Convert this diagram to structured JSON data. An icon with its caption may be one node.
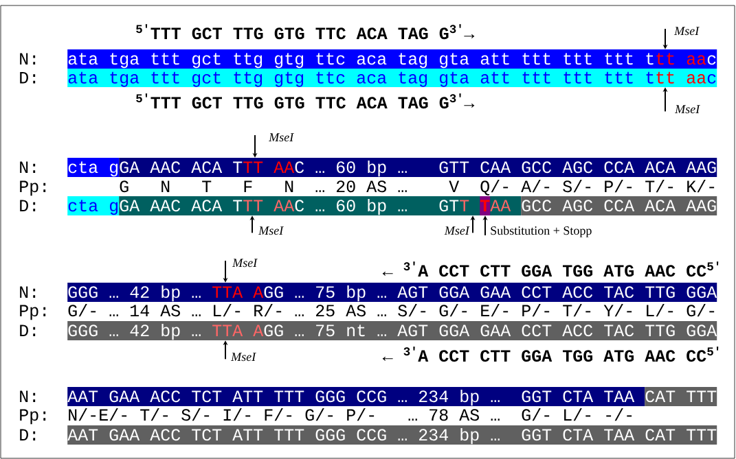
{
  "diagram": {
    "nodes": [
      {
        "text": [
          "ata tga ttt gct ttg gtg ttc aca tag gta att ttt ttt ttt t",
          "tt",
          "aa",
          "c"
        ]
      },
      {
        "text": [
          "ata tga ttt gct ttg gtg ttc aca tag gta att ttt ttt ttt t",
          "tt",
          "aa",
          "c"
        ]
      },
      {
        "text": [
          "cta g"
        ]
      },
      {
        "text": [
          "GA AAC ACA T",
          "TT",
          "AA",
          "C … 60 bp …",
          "GTT CAA GCC AGC CCA ACA AAG"
        ]
      },
      {
        "text": [
          "cta g"
        ]
      },
      {
        "text": [
          "GA AAC ACA T",
          "TT",
          "AA",
          "C … 60 bp …",
          "GT",
          "T",
          "AA"
        ]
      },
      {
        "text": [
          "T"
        ],
        "in": 5
      },
      {
        "text": [
          "GCC AGC CCA ACA AAG"
        ]
      },
      {
        "text": [
          "GGG … 42 bp …",
          "TTA",
          "A",
          "GG … 75 bp … AGT GGA GAA CCT ACC TAC TTG GGA"
        ]
      },
      {
        "text": [
          "GGG … 42 bp …",
          "TTA",
          "A",
          "GG … 75 nt … AGT GGA GAA CCT ACC TAC TTG GGA"
        ]
      },
      {
        "text": [
          "AAT GAA ACC TCT ATT TTT GGG CCG … 234 bp …",
          "GGT CTA TAA"
        ]
      },
      {
        "text": [
          "CAT TTT"
        ]
      },
      {
        "text": [
          "AAT GAA ACC TCT ATT TTT GGG CCG … 234 bp …",
          "GGT CTA TAA CAT TTT"
        ]
      },
      {
        "text": [
          "MseI"
        ]
      },
      {
        "text": [
          "MseI"
        ]
      },
      {
        "text": [
          "MseI"
        ]
      },
      {
        "text": [
          "MseI"
        ]
      },
      {
        "text": [
          "MseI"
        ]
      },
      {
        "text": [
          "Substitution + Stopp"
        ]
      },
      {
        "text": [
          "MseI"
        ]
      },
      {
        "text": [
          "MseI"
        ]
      }
    ],
    "edges": [
      {
        "from": 13,
        "to": 0,
        "arrow": "to"
      },
      {
        "from": 14,
        "to": 1,
        "arrow": "to"
      },
      {
        "from": 15,
        "to": 3,
        "arrow": "to"
      },
      {
        "from": 16,
        "to": 5,
        "arrow": "to"
      },
      {
        "from": 17,
        "to": 5,
        "arrow": "to"
      },
      {
        "from": 18,
        "to": 6,
        "arrow": "to"
      },
      {
        "from": 19,
        "to": 8,
        "arrow": "to"
      },
      {
        "from": 20,
        "to": 9,
        "arrow": "to"
      }
    ],
    "labels": [
      "$^{5′}$TTT GCT TTG GTG TTC ACA TAG G$^{3′}$→",
      "N:",
      "D:",
      "$^{5′}$TTT GCT TTG GTG TTC ACA TAG G$^{3′}$→",
      "N:",
      "Pp:",
      "G",
      "N",
      "T",
      "F",
      "N",
      "… 20 AS …",
      "V",
      "Q/- A/- S/- P/- T/- K/-",
      "D:",
      "← $^{3′}$A CCT CTT GGA TGG ATG AAC CC$^{5′}$",
      "N:",
      "Pp:",
      "G/- … 14 AS … L/- R/- … 25 AS … S/- G/- E/- P/- T/- Y/- L/- G/-",
      "D:",
      "← $^{3′}$A CCT CTT GGA TGG ATG AAC CC$^{5′}$",
      "N:",
      "Pp:",
      "N/-E/- T/- S/- I/- F/- G/- P/-",
      "…",
      "78 AS …",
      "G/- L/- -/-",
      "D:"
    ]
  }
}
